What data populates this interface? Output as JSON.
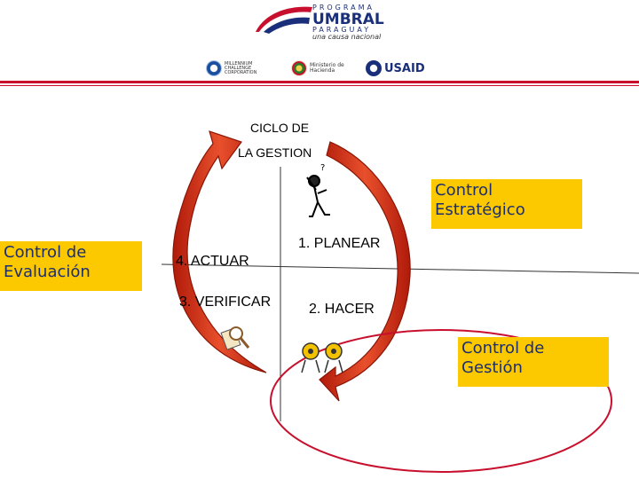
{
  "logo": {
    "line1": "PROGRAMA",
    "line2": "UMBRAL",
    "line3": "PARAGUAY",
    "tagline": "una causa nacional"
  },
  "partners": [
    {
      "name": "MILLENNIUM CHALLENGE CORPORATION"
    },
    {
      "name": "Ministerio de Hacienda"
    },
    {
      "name": "USAID"
    }
  ],
  "cycle": {
    "title_line1": "CICLO DE",
    "title_line2": "LA GESTION",
    "steps": [
      "1. PLANEAR",
      "2. HACER",
      "3. VERIFICAR",
      "4. ACTUAR"
    ]
  },
  "controls": {
    "strategic_line1": "Control",
    "strategic_line2": "Estratégico",
    "evaluation_line1": "Control de",
    "evaluation_line2": "Evaluación",
    "management_line1": "Control de",
    "management_line2": "Gestión"
  },
  "colors": {
    "arrow": "#d42a14",
    "box": "#fcc800",
    "box_text": "#1c2e6e",
    "header_rule": "#c8102e",
    "ellipse": "#c8102e"
  }
}
